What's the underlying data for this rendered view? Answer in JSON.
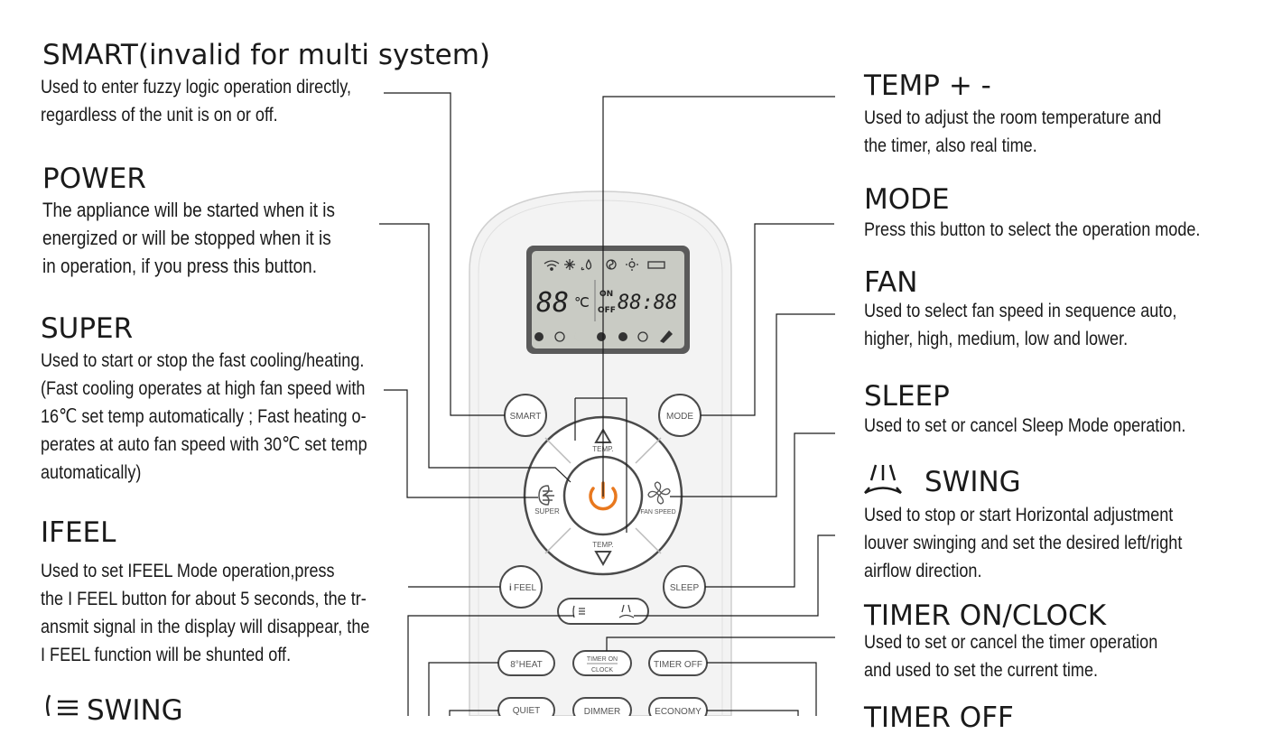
{
  "left": [
    {
      "title": "SMART(invalid for multi system)",
      "lines": [
        "Used to enter fuzzy logic operation directly,",
        "regardless of the unit is on or off."
      ]
    },
    {
      "title": "POWER",
      "lines": [
        "The appliance will be started when it is",
        "energized or will be stopped when it is",
        "in operation, if you press this button."
      ]
    },
    {
      "title": "SUPER",
      "lines": [
        "Used to start or stop the fast cooling/heating.",
        "(Fast cooling operates at high fan speed with",
        "16℃ set temp automatically ; Fast heating o-",
        "perates at auto fan speed with 30℃  set temp",
        "automatically)"
      ]
    },
    {
      "title": "IFEEL",
      "lines": [
        "Used to set  IFEEL Mode operation,press",
        "the I FEEL button for about  5 seconds, the tr-",
        "ansmit signal in the display will disappear, the",
        "I FEEL function will be shunted off."
      ]
    },
    {
      "title": "SWING",
      "lines": []
    }
  ],
  "right": [
    {
      "title": "TEMP + -",
      "lines": [
        "Used to adjust  the room temperature and",
        "the timer, also real time."
      ]
    },
    {
      "title": "MODE",
      "lines": [
        "Press this button to select the operation mode."
      ]
    },
    {
      "title": "FAN",
      "lines": [
        "Used to select fan speed in sequence auto,",
        "higher, high, medium, low and lower."
      ]
    },
    {
      "title": "SLEEP",
      "lines": [
        "Used to set or cancel Sleep Mode operation."
      ]
    },
    {
      "title": "SWING",
      "lines": [
        "Used to stop or start Horizontal adjustment",
        "louver swinging and set the desired left/right",
        "airflow direction."
      ]
    },
    {
      "title": "TIMER ON/CLOCK",
      "lines": [
        "Used to set or cancel the timer operation",
        "and used to set the current time."
      ]
    },
    {
      "title": "TIMER OFF",
      "lines": []
    }
  ],
  "remote": {
    "display": {
      "temp": "88",
      "unit": "℃",
      "on": "ON",
      "off": "OFF",
      "clock": "88:88"
    },
    "buttons": {
      "smart": "SMART",
      "mode": "MODE",
      "temp_up": "TEMP.",
      "temp_down": "TEMP.",
      "super": "SUPER",
      "fan_speed": "FAN SPEED",
      "ifeel": "FEEL",
      "ifeel_i": "i",
      "sleep": "SLEEP",
      "heat8": "8°HEAT",
      "timer_on": "TIMER ON",
      "clock": "CLOCK",
      "timer_off": "TIMER OFF",
      "quiet": "QUIET",
      "dimmer": "DIMMER",
      "economy": "ECONOMY"
    }
  },
  "colors": {
    "power": "#e8781e",
    "line": "#1a1a1a",
    "button_border": "#4a4a4a",
    "lcd_bg": "#c9cbc4"
  }
}
